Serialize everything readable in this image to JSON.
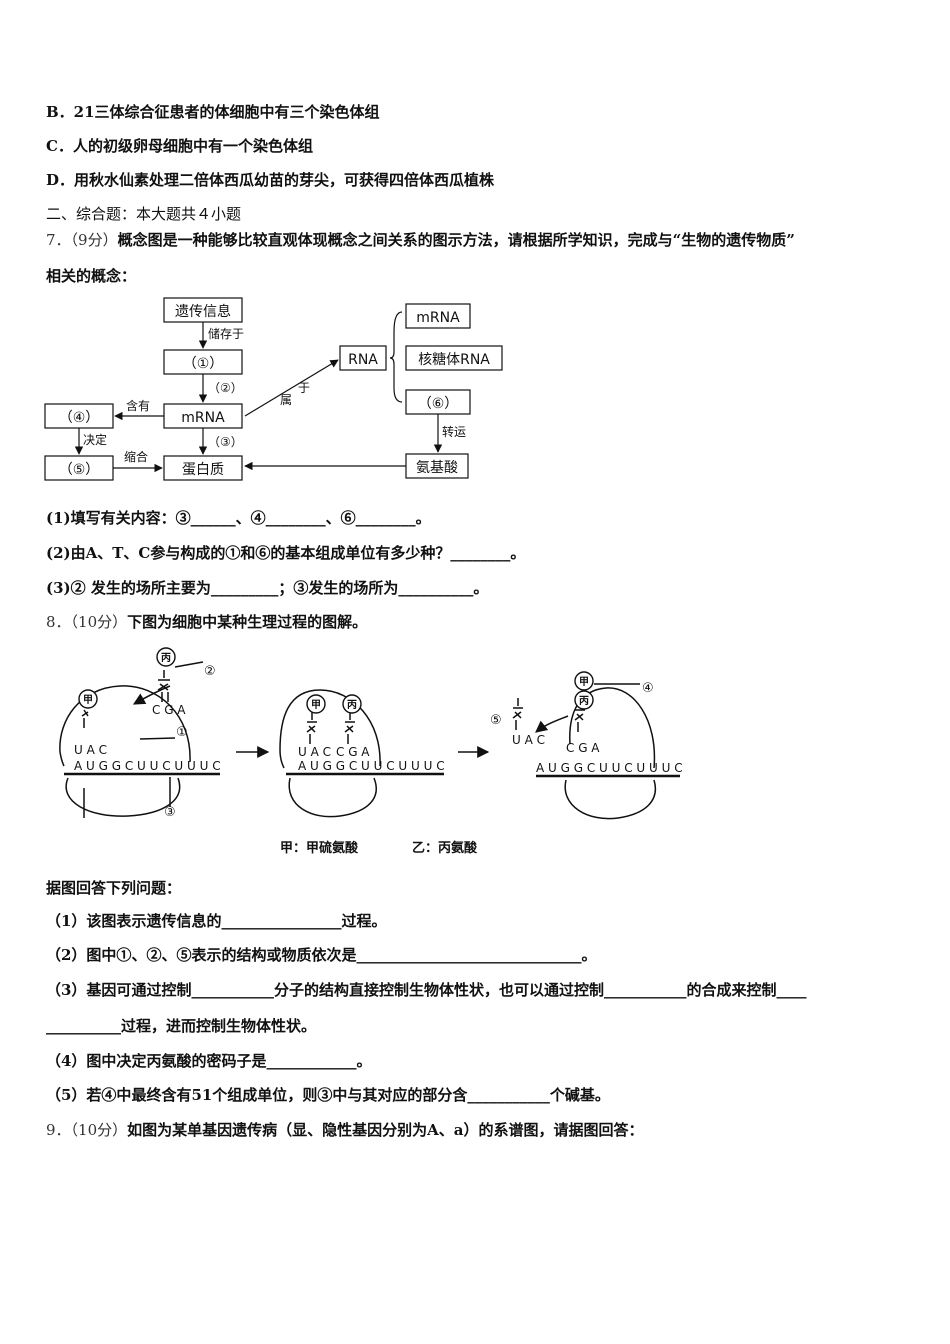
{
  "options": {
    "b": "B．21三体综合征患者的体细胞中有三个染色体组",
    "c": "C．人的初级卵母细胞中有一个染色体组",
    "d": "D．用秋水仙素处理二倍体西瓜幼苗的芽尖，可获得四倍体西瓜植株"
  },
  "section2": {
    "title": "二、综合题：本大题共４小题"
  },
  "q7": {
    "number": "7．",
    "points": "（9分）",
    "stem_line1": "概念图是一种能够比较直观体现概念之间关系的图示方法，请根据所学知识，完成与“生物的遗传物质”",
    "stem_line2": "相关的概念：",
    "diagram": {
      "genetic_info": "遗传信息",
      "stored_in": "储存于",
      "box1": "（①）",
      "arrow2": "（②）",
      "mrna": "mRNA",
      "arrow3": "（③）",
      "protein": "蛋白质",
      "box4": "（④）",
      "contains": "含有",
      "decides": "决定",
      "box5": "（⑤）",
      "condense": "缩合",
      "belongs1": "属",
      "belongs2": "于",
      "rna": "RNA",
      "mrna2": "mRNA",
      "rrna": "核糖体RNA",
      "box6": "（⑥）",
      "transport": "转运",
      "amino_acid": "氨基酸"
    },
    "sub1": "(1)填写有关内容：③______、④________、⑥________。",
    "sub2": "(2)由A、T、C参与构成的①和⑥的基本组成单位有多少种？________。",
    "sub3": "(3)② 发生的场所主要为_________；③发生的场所为__________。"
  },
  "q8": {
    "number": "8．",
    "points": "（10分）",
    "stem": "下图为细胞中某种生理过程的图解。",
    "figure": {
      "bing": "丙",
      "jia": "甲",
      "circ1": "①",
      "circ2": "②",
      "circ3": "③",
      "circ4": "④",
      "circ5": "⑤",
      "cga": "C G A",
      "uac": "U A C",
      "mrna_seq": "A U G G C U U C U U U C",
      "legend_jia": "甲：甲硫氨酸",
      "legend_yi": "乙：丙氨酸"
    },
    "intro": "据图回答下列问题：",
    "sub1": "（1）该图表示遗传信息的________________过程。",
    "sub2": "（2）图中①、②、⑤表示的结构或物质依次是______________________________。",
    "sub3_line1": "（3）基因可通过控制___________分子的结构直接控制生物体性状，也可以通过控制___________的合成来控制____",
    "sub3_line2": "__________过程，进而控制生物体性状。",
    "sub4": "（4）图中决定丙氨酸的密码子是____________。",
    "sub5": "（5）若④中最终含有51个组成单位，则③中与其对应的部分含___________个碱基。"
  },
  "q9": {
    "number": "9．",
    "points": "（10分）",
    "stem": "如图为某单基因遗传病（显、隐性基因分别为A、a）的系谱图，请据图回答："
  }
}
